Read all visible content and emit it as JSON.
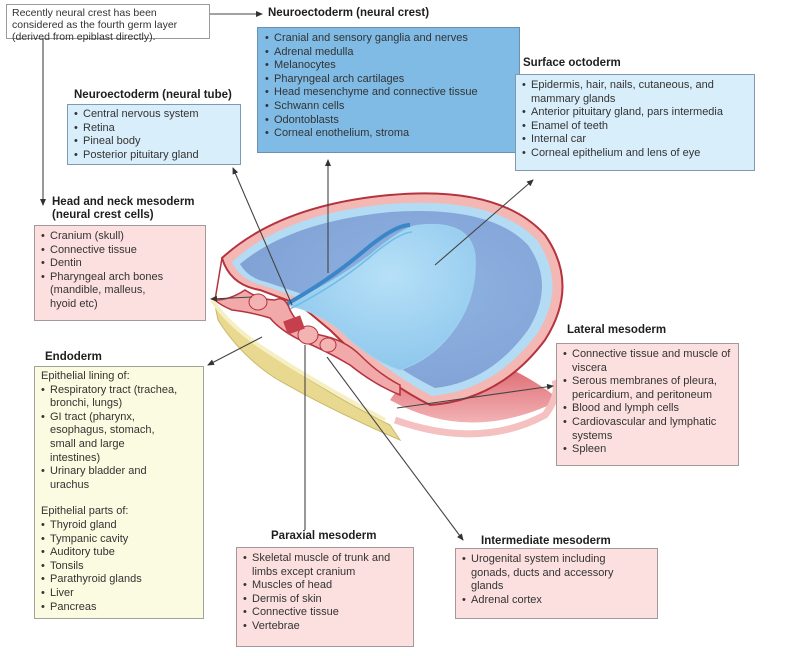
{
  "note": {
    "text": "Recently neural crest has been considered as the fourth germ layer (derived from epiblast directly)."
  },
  "neural_crest": {
    "title": "Neuroectoderm (neural crest)",
    "items": [
      "Cranial and sensory ganglia and nerves",
      "Adrenal medulla",
      "Melanocytes",
      "Pharyngeal arch cartilages",
      "Head mesenchyme and connective tissue",
      "Schwann cells",
      "Odontoblasts",
      "Corneal enothelium, stroma"
    ]
  },
  "surface_ectoderm": {
    "title": "Surface octoderm",
    "items": [
      "Epidermis, hair, nails, cutaneous, and mammary glands",
      "Anterior pituitary gland, pars intermedia",
      "Enamel of teeth",
      "Internal car",
      "Corneal epithelium and lens of eye"
    ]
  },
  "neural_tube": {
    "title": "Neuroectoderm (neural tube)",
    "items": [
      "Central nervous system",
      "Retina",
      "Pineal body",
      "Posterior pituitary gland"
    ]
  },
  "head_neck_mesoderm": {
    "title_line1": "Head and neck mesoderm",
    "title_line2": "(neural crest cells)",
    "items": [
      "Cranium (skull)",
      "Connective tissue",
      "Dentin",
      "Pharyngeal arch bones (mandible, malleus, hyoid etc)"
    ]
  },
  "endoderm": {
    "title": "Endoderm",
    "lining_heading": "Epithelial lining of:",
    "lining_items": [
      "Respiratory tract (trachea, bronchi, lungs)",
      "GI tract (pharynx, esophagus, stomach, small and large intestines)",
      "Urinary bladder and urachus"
    ],
    "parts_heading": "Epithelial parts of:",
    "parts_items": [
      "Thyroid gland",
      "Tympanic cavity",
      "Auditory tube",
      "Tonsils",
      "Parathyroid glands",
      "Liver",
      "Pancreas"
    ]
  },
  "lateral_mesoderm": {
    "title": "Lateral mesoderm",
    "items": [
      "Connective tissue and muscle of viscera",
      "Serous membranes of pleura, pericardium, and peritoneum",
      "Blood and lymph cells",
      "Cardiovascular and lymphatic systems",
      "Spleen"
    ]
  },
  "paraxial_mesoderm": {
    "title": "Paraxial mesoderm",
    "items": [
      "Skeletal muscle of trunk and limbs except cranium",
      "Muscles of head",
      "Dermis of skin",
      "Connective tissue",
      "Vertebrae"
    ]
  },
  "intermediate_mesoderm": {
    "title": "Intermediate mesoderm",
    "items": [
      "Urogenital system including gonads, ducts and accessory glands",
      "Adrenal cortex"
    ]
  },
  "colors": {
    "neural_crest_fill": "#7fbbe5",
    "ectoderm_fill": "#d9eefb",
    "mesoderm_fill": "#fce0df",
    "endoderm_fill": "#fbfbe1",
    "embryo_outer": "#c0404a",
    "embryo_amnion": "#8fa9d6",
    "arrow": "#444444"
  }
}
